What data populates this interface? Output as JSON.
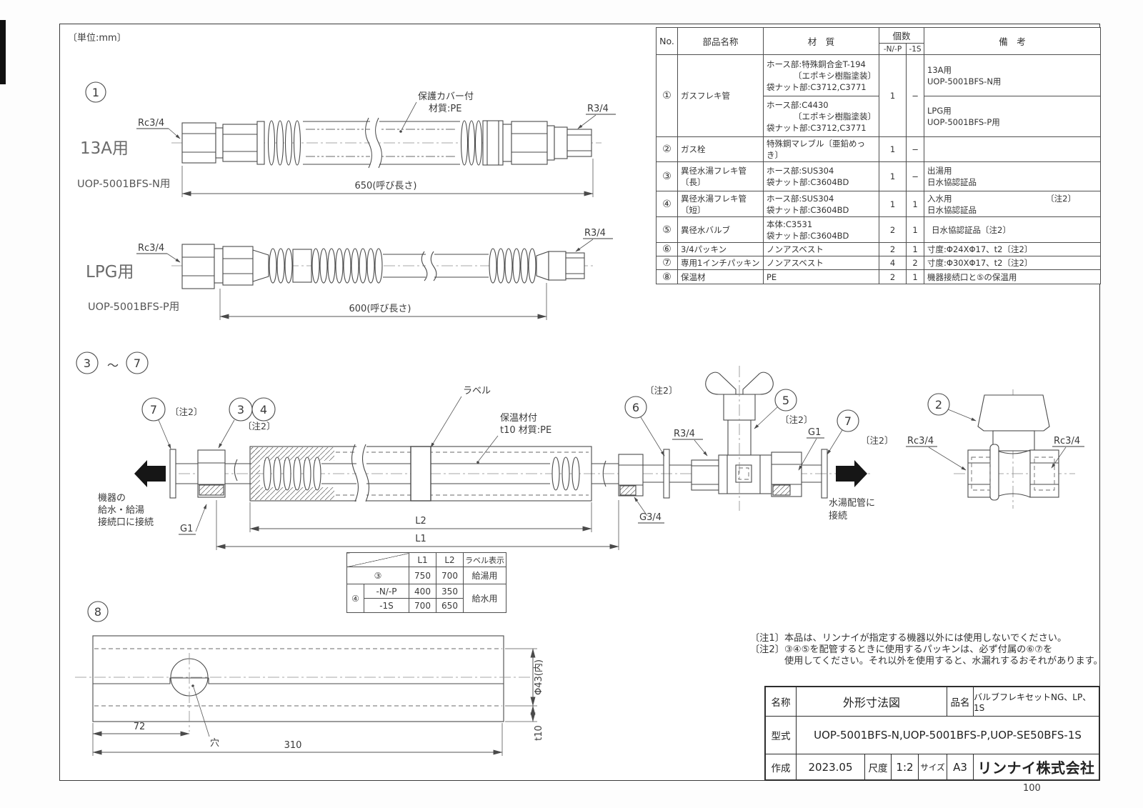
{
  "page": {
    "unit_note": "〔単位:mm〕",
    "page_number": "100"
  },
  "d1": {
    "callout": "1",
    "gas_type": "13A用",
    "model": "UOP-5001BFS-N用",
    "thread_left": "Rc3/4",
    "thread_right": "R3/4",
    "cover_note1": "保護カバー付",
    "cover_note2": "材質:PE",
    "length": "650(呼び長さ)"
  },
  "d2": {
    "gas_type": "LPG用",
    "model": "UOP-5001BFS-P用",
    "thread_left": "Rc3/4",
    "thread_right": "R3/4",
    "length": "600(呼び長さ)"
  },
  "asm": {
    "range_left": "3",
    "range_tilde": "〜",
    "range_right": "7",
    "callout_7l": "7",
    "note_7l": "〔注2〕",
    "callout_3": "3",
    "callout_4": "4",
    "note_34": "〔注2〕",
    "callout_6": "6",
    "note_6": "〔注2〕",
    "callout_5": "5",
    "note_5": "〔注2〕",
    "callout_7r": "7",
    "note_7r": "〔注2〕",
    "callout_2": "2",
    "label_tag": "ラベル",
    "insulation1": "保温材付",
    "insulation2": "t10 材質:PE",
    "connect_left1": "機器の",
    "connect_left2": "給水・給湯",
    "connect_left3": "接続口に接続",
    "connect_right1": "水湯配管に",
    "connect_right2": "接続",
    "g1_left": "G1",
    "g34": "G3/4",
    "r34": "R3/4",
    "g1_right": "G1",
    "rc_left": "Rc3/4",
    "rc_right": "Rc3/4",
    "dim_l2": "L2",
    "dim_l1": "L1"
  },
  "ltable": {
    "col_l1": "L1",
    "col_l2": "L2",
    "col_label": "ラベル表示",
    "row3_no": "③",
    "row3_l1": "750",
    "row3_l2": "700",
    "row3_use": "給湯用",
    "row4_no": "④",
    "row4a_var": "-N/-P",
    "row4a_l1": "400",
    "row4a_l2": "350",
    "row4b_var": "-1S",
    "row4b_l1": "700",
    "row4b_l2": "650",
    "row4_use": "給水用"
  },
  "d8": {
    "callout": "8",
    "dim_72": "72",
    "dim_310": "310",
    "dim_dia": "Φ43(内)",
    "dim_t": "t10",
    "hole": "穴"
  },
  "parts_table": {
    "h_no": "No.",
    "h_name": "部品名称",
    "h_material": "材　質",
    "h_qty": "個数",
    "h_qty_np": "-N/-P",
    "h_qty_1s": "-1S",
    "h_remarks": "備　考",
    "r1": {
      "no": "①",
      "name": "ガスフレキ管",
      "mat_a1": "ホース部:特殊銅合金T-194",
      "mat_a2": "〔エポキシ樹脂塗装〕",
      "mat_a3": "袋ナット部:C3712,C3771",
      "mat_b1": "ホース部:C4430",
      "mat_b2": "〔エポキシ樹脂塗装〕",
      "mat_b3": "袋ナット部:C3712,C3771",
      "qty_np": "1",
      "qty_1s": "−",
      "rem_a1": "13A用",
      "rem_a2": "UOP-5001BFS-N用",
      "rem_b1": "LPG用",
      "rem_b2": "UOP-5001BFS-P用"
    },
    "r2": {
      "no": "②",
      "name": "ガス栓",
      "mat": "特殊鋼マレブル〔亜鉛めっき〕",
      "qty_np": "1",
      "qty_1s": "−",
      "rem": ""
    },
    "r3": {
      "no": "③",
      "name": "異径水湯フレキ管〔長〕",
      "mat1": "ホース部:SUS304",
      "mat2": "袋ナット部:C3604BD",
      "qty_np": "1",
      "qty_1s": "−",
      "rem1": "出湯用",
      "rem2": "日水協認証品"
    },
    "r4": {
      "no": "④",
      "name": "異径水湯フレキ管〔短〕",
      "mat1": "ホース部:SUS304",
      "mat2": "袋ナット部:C3604BD",
      "qty_np": "1",
      "qty_1s": "1",
      "rem1": "入水用",
      "rem1b": "〔注2〕",
      "rem2": "日水協認証品"
    },
    "r5": {
      "no": "⑤",
      "name": "異径水バルブ",
      "mat1": "本体:C3531",
      "mat2": "袋ナット部:C3604BD",
      "qty_np": "2",
      "qty_1s": "1",
      "rem1": "日水協認証品〔注2〕"
    },
    "r6": {
      "no": "⑥",
      "name": "3/4パッキン",
      "mat": "ノンアスベスト",
      "qty_np": "2",
      "qty_1s": "1",
      "rem": "寸度:Φ24XΦ17、t2〔注2〕"
    },
    "r7": {
      "no": "⑦",
      "name": "専用1インチパッキン",
      "mat": "ノンアスベスト",
      "qty_np": "4",
      "qty_1s": "2",
      "rem": "寸度:Φ30XΦ17、t2〔注2〕"
    },
    "r8": {
      "no": "⑧",
      "name": "保温材",
      "mat": "PE",
      "qty_np": "2",
      "qty_1s": "1",
      "rem": "機器接続口と⑤の保温用"
    }
  },
  "notes": {
    "line1": "〔注1〕本品は、リンナイが指定する機器以外には使用しないでください。",
    "line2": "〔注2〕③④⑤を配管するときに使用するパッキンは、必ず付属の⑥⑦を",
    "line3": "使用してください。それ以外を使用すると、水漏れするおそれがあります。"
  },
  "title_block": {
    "name_label": "名称",
    "name_value": "外形寸法図",
    "item_label": "品名",
    "item_value": "バルブフレキセットNG、LP、1S",
    "model_label": "型式",
    "model_value": "UOP-5001BFS-N,UOP-5001BFS-P,UOP-SE50BFS-1S",
    "date_label": "作成",
    "date_value": "2023.05",
    "scale_label": "尺度",
    "scale_value": "1:2",
    "size_label": "サイズ",
    "size_value": "A3",
    "company": "リンナイ株式会社"
  }
}
